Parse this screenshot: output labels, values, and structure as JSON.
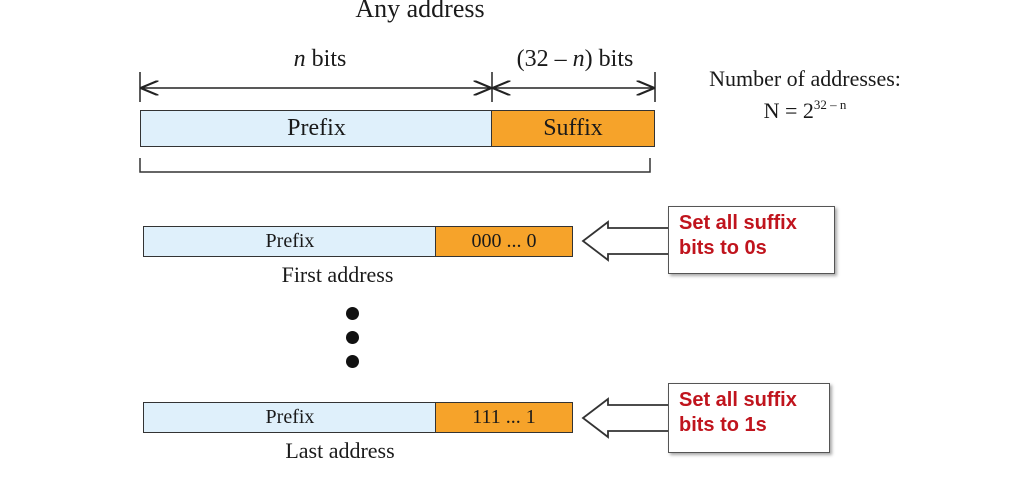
{
  "title": "Any address",
  "bits": {
    "n_label_var": "n",
    "n_label_rest": " bits",
    "suffix_label_pre": "(32 – ",
    "suffix_label_var": "n",
    "suffix_label_post": ") bits"
  },
  "top_bar": {
    "prefix": "Prefix",
    "suffix": "Suffix"
  },
  "number_of_addresses": {
    "label": "Number of addresses:",
    "formula_base": "N = 2",
    "formula_exp": "32 – n"
  },
  "first": {
    "prefix": "Prefix",
    "suffix": "000 ... 0",
    "caption": "First address",
    "callout_line1": "Set all suffix",
    "callout_line2": "bits to 0s"
  },
  "last": {
    "prefix": "Prefix",
    "suffix": "111 ... 1",
    "caption": "Last address",
    "callout_line1": "Set all suffix",
    "callout_line2": "bits to 1s"
  },
  "colors": {
    "prefix_fill": "#dff0fb",
    "suffix_fill": "#f6a32a",
    "callout_text": "#c0141d"
  }
}
